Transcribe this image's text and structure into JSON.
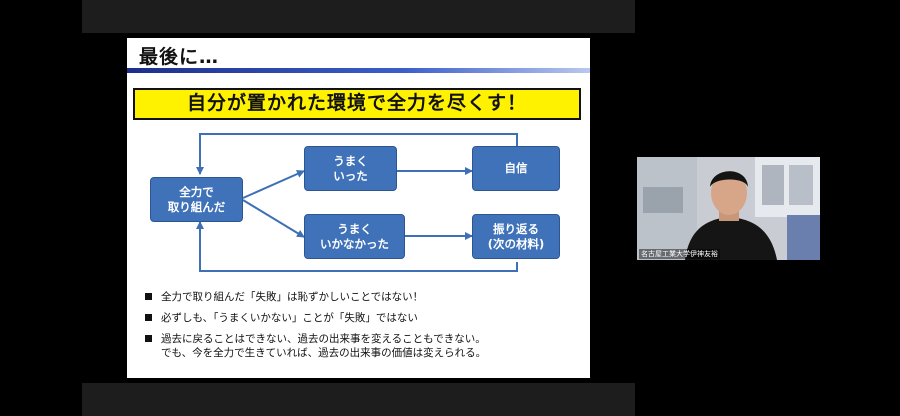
{
  "slide": {
    "title": "最後に…",
    "banner": "自分が置かれた環境で全力を尽くす！",
    "flow": {
      "start": [
        "全力で",
        "取り組んだ"
      ],
      "success": [
        "うまく",
        "いった"
      ],
      "failure": [
        "うまく",
        "いかなかった"
      ],
      "confidence": [
        "自信"
      ],
      "reflect": [
        "振り返る",
        "(次の材料)"
      ]
    },
    "bullets": [
      "全力で取り組んだ「失敗」は恥ずかしいことではない！",
      "必ずしも、「うまくいかない」ことが「失敗」ではない",
      "過去に戻ることはできない、過去の出来事を変えることもできない。",
      "でも、今を全力で生きていれば、過去の出来事の価値は変えられる。"
    ]
  },
  "participant": {
    "name": "名古屋工業大学伊神友裕"
  },
  "colors": {
    "box_fill": "#3f72b9",
    "arrow": "#3f6fb5",
    "banner": "#fff200"
  }
}
